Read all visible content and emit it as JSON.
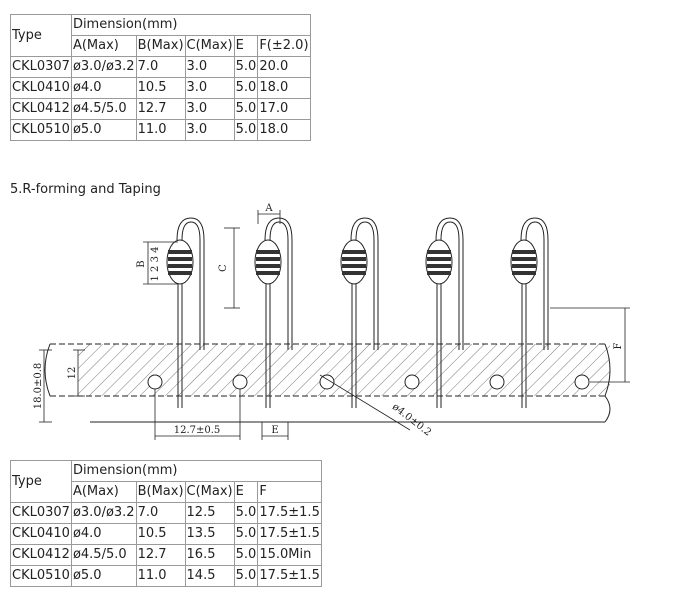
{
  "table1": {
    "header_type": "Type",
    "header_dimension": "Dimension(mm)",
    "columns": [
      "A(Max)",
      "B(Max)",
      "C(Max)",
      "E",
      "F(±2.0)"
    ],
    "rows": [
      [
        "CKL0307",
        "ø3.0/ø3.2",
        "7.0",
        "3.0",
        "5.0",
        "20.0"
      ],
      [
        "CKL0410",
        "ø4.0",
        "10.5",
        "3.0",
        "5.0",
        "18.0"
      ],
      [
        "CKL0412",
        "ø4.5/5.0",
        "12.7",
        "3.0",
        "5.0",
        "17.0"
      ],
      [
        "CKL0510",
        "ø5.0",
        "11.0",
        "3.0",
        "5.0",
        "18.0"
      ]
    ]
  },
  "section_title": "5.R-forming and Taping",
  "diagram": {
    "label_a": "A",
    "label_b": "B",
    "label_c": "C",
    "label_e": "E",
    "label_f": "F",
    "band_numbers": "1 2 3 4",
    "label_12": "12",
    "label_height": "18.0±0.8",
    "label_pitch": "12.7±0.5",
    "label_hole": "ø4.0±0.2"
  },
  "table2": {
    "header_type": "Type",
    "header_dimension": "Dimension(mm)",
    "columns": [
      "A(Max)",
      "B(Max)",
      "C(Max)",
      "E",
      "F"
    ],
    "rows": [
      [
        "CKL0307",
        "ø3.0/ø3.2",
        "7.0",
        "12.5",
        "5.0",
        "17.5±1.5"
      ],
      [
        "CKL0410",
        "ø4.0",
        "10.5",
        "13.5",
        "5.0",
        "17.5±1.5"
      ],
      [
        "CKL0412",
        "ø4.5/5.0",
        "12.7",
        "16.5",
        "5.0",
        "15.0Min"
      ],
      [
        "CKL0510",
        "ø5.0",
        "11.0",
        "14.5",
        "5.0",
        "17.5±1.5"
      ]
    ]
  }
}
